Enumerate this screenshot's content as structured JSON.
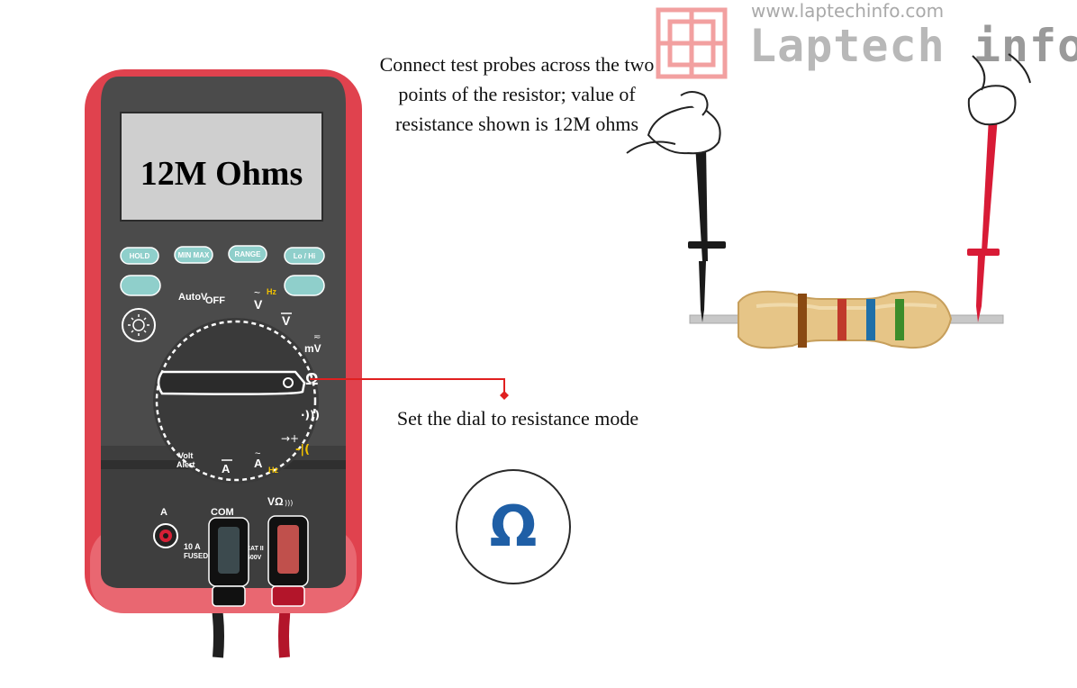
{
  "meter": {
    "display_text": "12M Ohms",
    "buttons": [
      "HOLD",
      "MIN MAX",
      "RANGE",
      "Lo / Hi"
    ],
    "dial_labels": {
      "autov": "AutoV",
      "off": "OFF",
      "v_ac": "V",
      "hz": "Hz",
      "v_dc": "V",
      "mv": "mV",
      "ohm": "Ω",
      "volt_alert_1": "Volt",
      "volt_alert_2": "Alert",
      "a_dc": "A",
      "a_ac": "A",
      "a_hz": "Hz"
    },
    "jacks": {
      "a": "A",
      "com": "COM",
      "v_ohm": "VΩ",
      "fuse_1": "10 A",
      "fuse_2": "FUSED",
      "cat_1": "CAT II",
      "cat_2": "600V"
    },
    "colors": {
      "case": "#e0424e",
      "body": "#4a4a4a",
      "lcd": "#cfcfcf",
      "button": "#8fcfcb"
    }
  },
  "annotations": {
    "probes": "Connect test probes across the two points of the resistor; value of resistance shown is 12M ohms",
    "dial": "Set the dial to resistance mode"
  },
  "ohm_icon": {
    "symbol": "Ω",
    "color": "#1f5fa6"
  },
  "watermark": {
    "url": "www.laptechinfo.com",
    "brand_1": "Laptech",
    "brand_2": "info"
  },
  "resistor": {
    "bands": [
      "#8a4a12",
      "#c0392b",
      "#1f6fa8",
      "#3c8c2a"
    ]
  }
}
